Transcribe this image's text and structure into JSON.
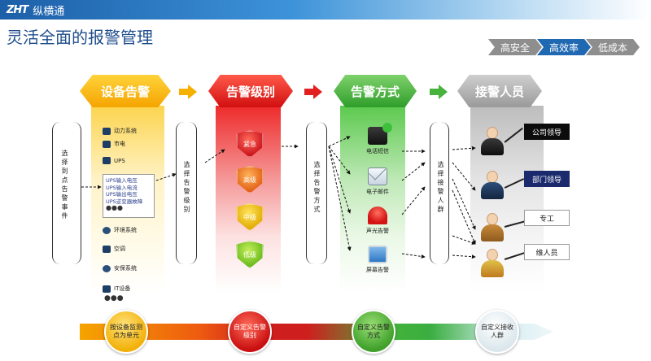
{
  "header": {
    "logo_mark": "ZHT",
    "logo_text": "纵横通"
  },
  "page_title": "灵活全面的报警管理",
  "tags": [
    "高安全",
    "高效率",
    "低成本"
  ],
  "colors": {
    "yellow": "#f5a400",
    "red": "#d10f10",
    "green": "#2f9d2a",
    "grey": "#9a9a9a",
    "blue": "#1f68b2"
  },
  "stages": [
    "设备告警",
    "告警级别",
    "告警方式",
    "接警人员"
  ],
  "selectors": {
    "events": "选择到点告警事件",
    "levels": "选择告警级别",
    "methods": "选择告警方式",
    "people": "选择接警人群"
  },
  "devices": {
    "power": "动力系统",
    "mains": "市电",
    "ups": "UPS",
    "ups_items": [
      "UPS输入电压",
      "UPS输入电流",
      "UPS输出电压",
      "UPS逆变器故障"
    ],
    "more": "●●●",
    "env": "环境系统",
    "aircon": "空调",
    "security": "安保系统",
    "it": "IT设备",
    "more2": "●●●"
  },
  "levels": [
    "紧急",
    "高级",
    "中级",
    "低级"
  ],
  "methods": [
    "电话短信",
    "电子邮件",
    "声光告警",
    "屏幕告警"
  ],
  "people": [
    "公司领导",
    "部门领导",
    "专工",
    "维人员"
  ],
  "bottom": [
    "按设备监测点为单元",
    "自定义告警级别",
    "自定义告警方式",
    "自定义接收人群"
  ]
}
